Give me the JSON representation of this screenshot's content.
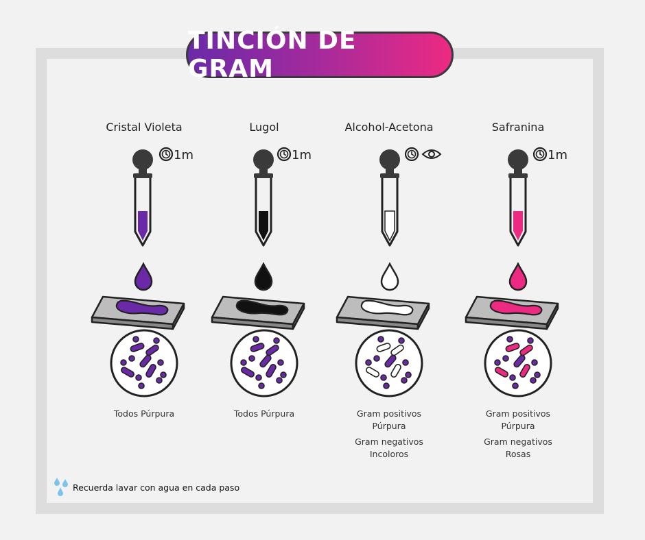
{
  "title": "TINCIÓN DE GRAM",
  "steps": [
    {
      "name": "Cristal Violeta",
      "time": "1m",
      "color": "#6a2aa8",
      "results": [
        "Todos Púrpura"
      ]
    },
    {
      "name": "Lugol",
      "time": "1m",
      "color": "#111111",
      "results": [
        "Todos Púrpura"
      ]
    },
    {
      "name": "Alcohol-Acetona",
      "time": "",
      "color": "#ffffff",
      "results": [
        "Gram positivos",
        "Púrpura",
        "Gram negativos",
        "Incoloros"
      ]
    },
    {
      "name": "Safranina",
      "time": "1m",
      "color": "#ec2a82",
      "results": [
        "Gram positivos",
        "Púrpura",
        "Gram negativos",
        "Rosas"
      ]
    }
  ],
  "bacteria_colors": {
    "positive": "#6a2aa8",
    "step1_negative": "#6a2aa8",
    "step2_negative": "#6a2aa8",
    "step3_negative": "#ffffff",
    "step4_negative": "#ec2a82"
  },
  "icons": {
    "timer": "clock-icon",
    "observe": "eye-icon",
    "water": "water-drops-icon"
  },
  "footer": "Recuerda lavar con agua en cada paso"
}
